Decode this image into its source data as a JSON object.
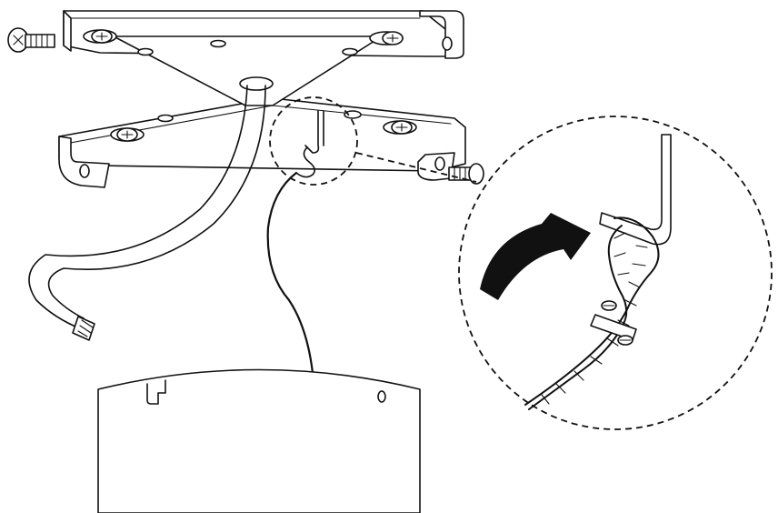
{
  "diagram": {
    "kind": "installation-illustration",
    "caption": "",
    "colors": {
      "line": "#111111",
      "fill": "#ffffff",
      "arrow": "#111111"
    },
    "parts": [
      {
        "id": "crossbar",
        "icon": "crossbar-bracket-icon"
      },
      {
        "id": "mounting-screw-left",
        "icon": "screw-icon"
      },
      {
        "id": "mounting-screw-right",
        "icon": "screw-icon"
      },
      {
        "id": "power-cable",
        "icon": "cable-icon"
      },
      {
        "id": "safety-wire",
        "icon": "wire-icon"
      },
      {
        "id": "fixture-canopy",
        "icon": "canopy-icon"
      },
      {
        "id": "detail-magnifier",
        "icon": "magnifier-circle-icon"
      },
      {
        "id": "rotation-arrow",
        "icon": "curved-arrow-icon"
      }
    ]
  }
}
